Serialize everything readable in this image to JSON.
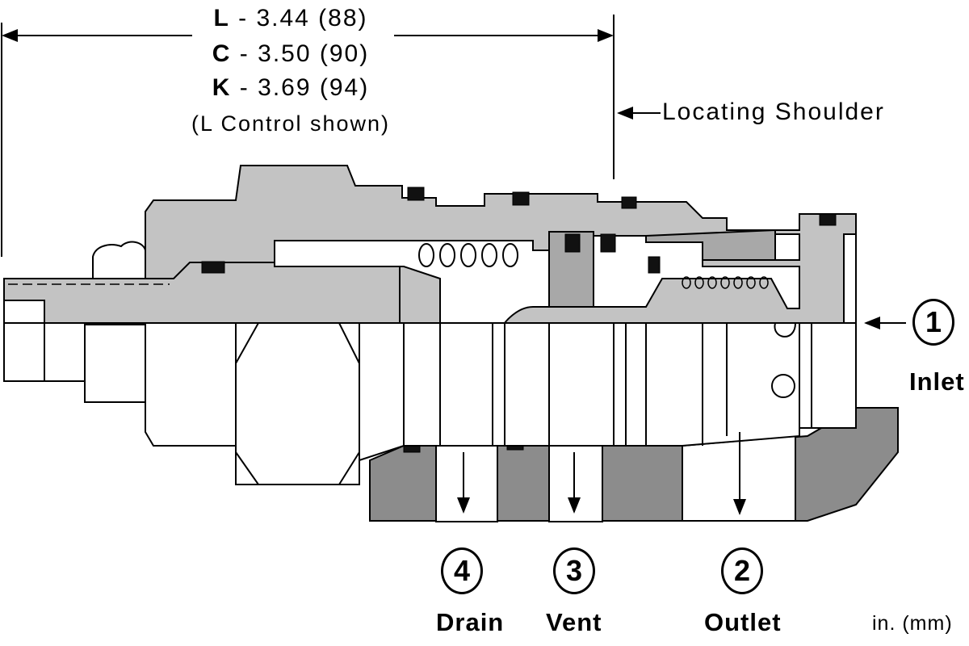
{
  "dimensions": [
    {
      "code": "L",
      "text": " - 3.44 (88)"
    },
    {
      "code": "C",
      "text": " - 3.50 (90)"
    },
    {
      "code": "K",
      "text": " - 3.69 (94)"
    }
  ],
  "dimension_note": "(L Control shown)",
  "callout": "Locating Shoulder",
  "ports": [
    {
      "number": "1",
      "name": "Inlet"
    },
    {
      "number": "2",
      "name": "Outlet"
    },
    {
      "number": "3",
      "name": "Vent"
    },
    {
      "number": "4",
      "name": "Drain"
    }
  ],
  "units": "in. (mm)",
  "colors": {
    "body": "#c3c3c3",
    "manifold": "#8c8c8c",
    "line": "#000000",
    "seal": "#111111"
  }
}
